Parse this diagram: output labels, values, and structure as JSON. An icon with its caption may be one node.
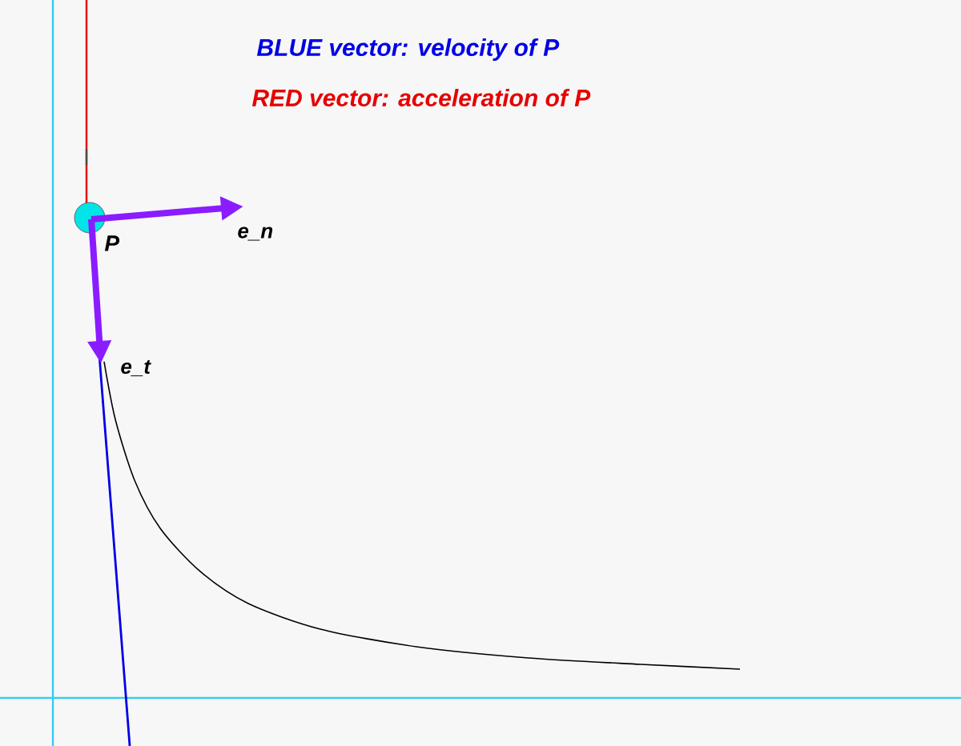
{
  "diagram": {
    "nodes": [
      {
        "text": [],
        "shape": "circle",
        "beside": [
          "P"
        ]
      }
    ],
    "labels": [
      "BLUE vector: velocity of P",
      "RED vector: acceleration of P",
      "e_n",
      "e_t"
    ]
  }
}
